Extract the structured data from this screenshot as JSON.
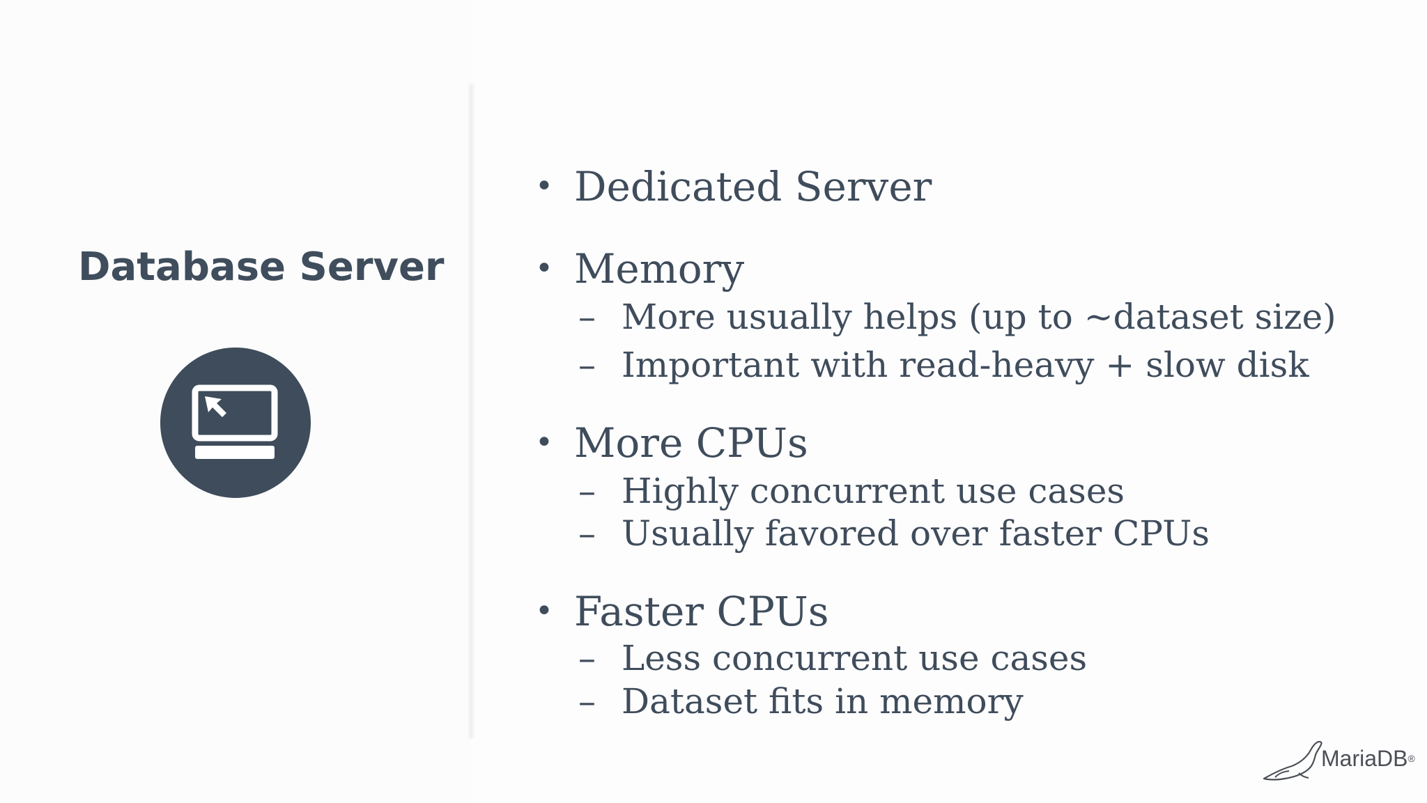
{
  "slide": {
    "section_title": "Database Server",
    "icon": "computer-cursor-icon",
    "bullets": [
      {
        "text": "Dedicated Server",
        "subs": []
      },
      {
        "text": "Memory",
        "subs": [
          "More usually helps (up to ~dataset size)",
          "Important with read-heavy + slow disk"
        ]
      },
      {
        "text": "More CPUs",
        "subs": [
          "Highly concurrent use cases",
          "Usually favored over faster CPUs"
        ]
      },
      {
        "text": "Faster CPUs",
        "subs": [
          "Less concurrent use cases",
          "Dataset fits in memory"
        ]
      }
    ],
    "bullet_glyph": "•",
    "sub_glyph": "–"
  },
  "logo": {
    "text": "MariaDB",
    "mark": "®",
    "icon": "sea-lion-icon"
  },
  "colors": {
    "text": "#3f4c5b",
    "badge": "#3e4c5b",
    "background": "#fdfdfe"
  }
}
